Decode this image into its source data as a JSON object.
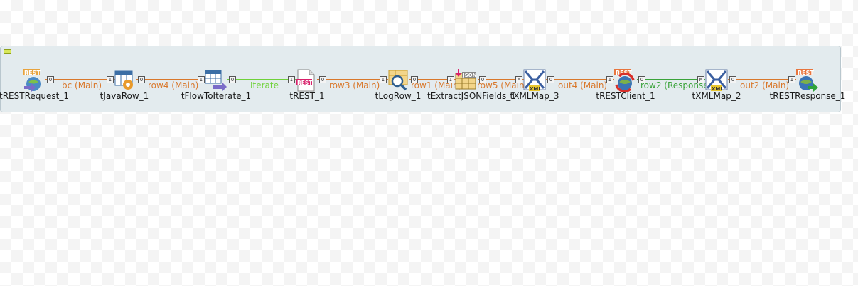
{
  "components": [
    {
      "id": "n1",
      "label": "tRESTRequest_1",
      "icon": "rest-request-icon"
    },
    {
      "id": "n2",
      "label": "tJavaRow_1",
      "icon": "java-row-icon"
    },
    {
      "id": "n3",
      "label": "tFlowToIterate_1",
      "icon": "flow-to-iterate-icon"
    },
    {
      "id": "n4",
      "label": "tREST_1",
      "icon": "rest-icon"
    },
    {
      "id": "n5",
      "label": "tLogRow_1",
      "icon": "log-row-icon"
    },
    {
      "id": "n6",
      "label": "tExtractJSONFields_1",
      "icon": "extract-json-icon"
    },
    {
      "id": "n7",
      "label": "tXMLMap_3",
      "icon": "xml-map-icon"
    },
    {
      "id": "n8",
      "label": "tRESTClient_1",
      "icon": "rest-client-icon"
    },
    {
      "id": "n9",
      "label": "tXMLMap_2",
      "icon": "xml-map-icon"
    },
    {
      "id": "n10",
      "label": "tRESTResponse_1",
      "icon": "rest-response-icon"
    }
  ],
  "connections": [
    {
      "label": "bc (Main)",
      "color": "#d9782c"
    },
    {
      "label": "row4 (Main)",
      "color": "#d9782c"
    },
    {
      "label": "Iterate",
      "color": "#6fd13a"
    },
    {
      "label": "row3 (Main)",
      "color": "#d9782c"
    },
    {
      "label": "row1 (Main)",
      "color": "#d9782c"
    },
    {
      "label": "row5 (Main)",
      "color": "#d9782c"
    },
    {
      "label": "out4 (Main)",
      "color": "#d9782c"
    },
    {
      "label": "row2 (Response)",
      "color": "#3aa33a"
    },
    {
      "label": "out2 (Main)",
      "color": "#d9782c"
    }
  ],
  "icon_texts": {
    "rest": "REST",
    "json": "JSON",
    "xml": "XML",
    "input_port": "I",
    "output_port": "O",
    "map_port": "M"
  }
}
